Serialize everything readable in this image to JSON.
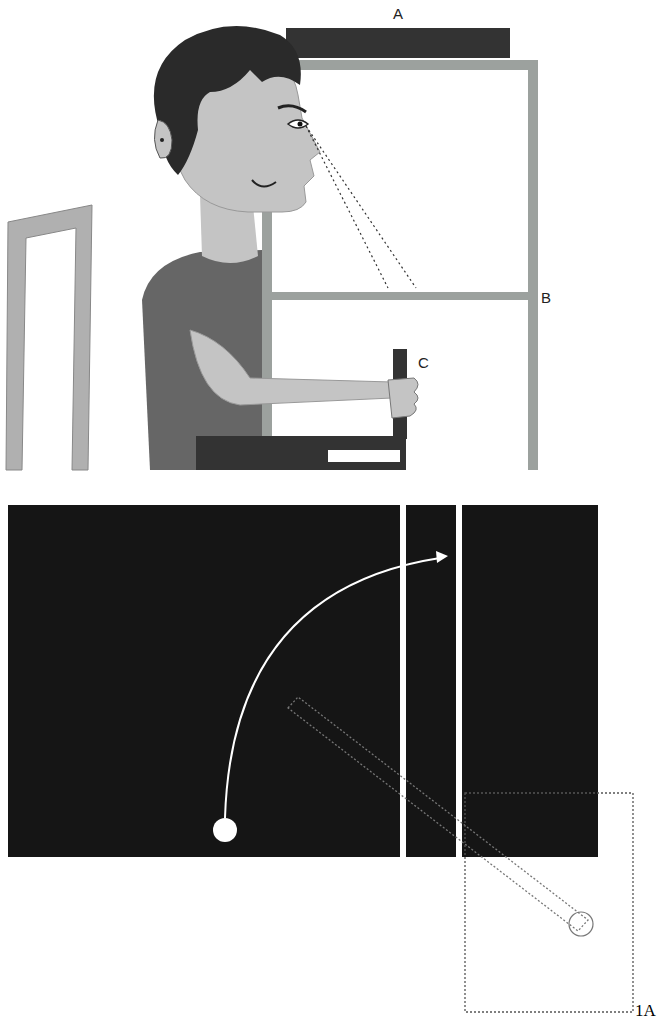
{
  "diagram": {
    "labels": [
      "A",
      "B",
      "C",
      "1A"
    ]
  }
}
